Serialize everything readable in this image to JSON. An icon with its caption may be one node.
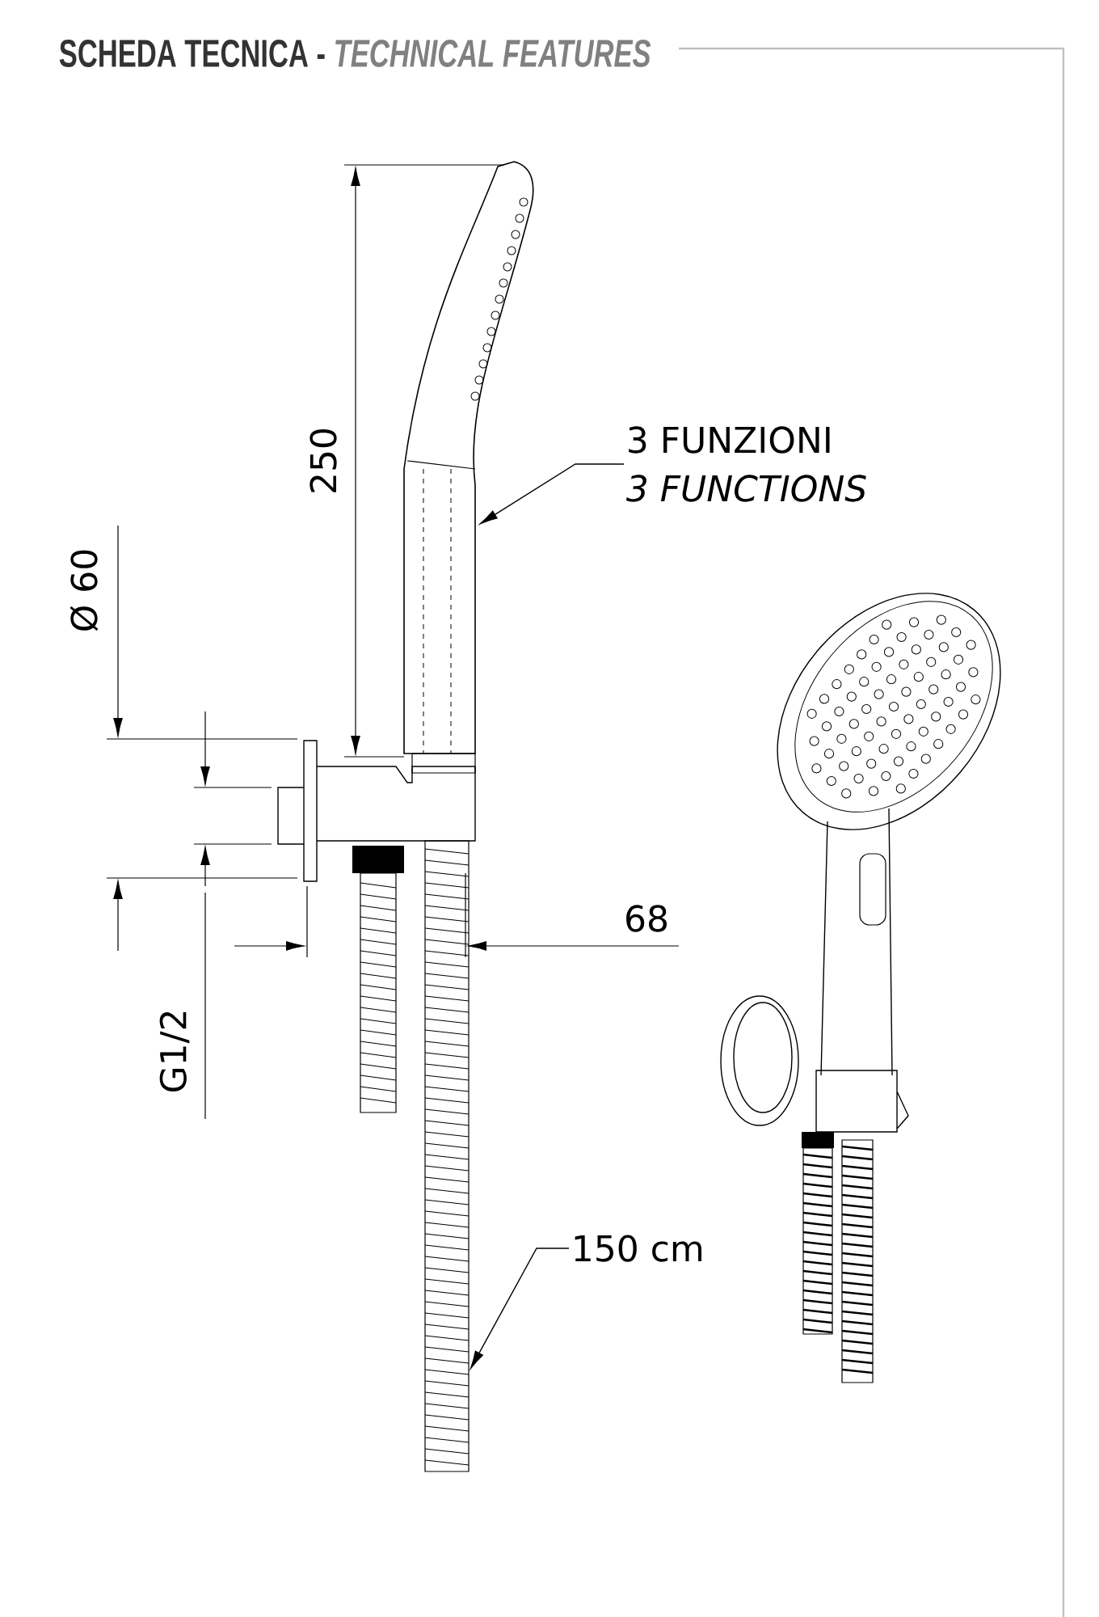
{
  "diagram": {
    "title": "SCHEDA TECNICA - *TECHNICAL FEATURES*",
    "nodes": [
      {
        "text": [
          "3 FUNZIONI",
          "3 FUNCTIONS"
        ]
      },
      {
        "text": [],
        "shape": "picture"
      },
      {
        "text": [
          "150 cm"
        ]
      },
      {
        "text": [],
        "shape": "picture"
      }
    ],
    "edges": [
      {
        "from": 0,
        "to": 1,
        "arrow": "to"
      },
      {
        "from": 2,
        "to": 3,
        "arrow": "to"
      }
    ],
    "labels": [
      "250",
      "Ø 60",
      "68",
      "G1/2"
    ]
  }
}
